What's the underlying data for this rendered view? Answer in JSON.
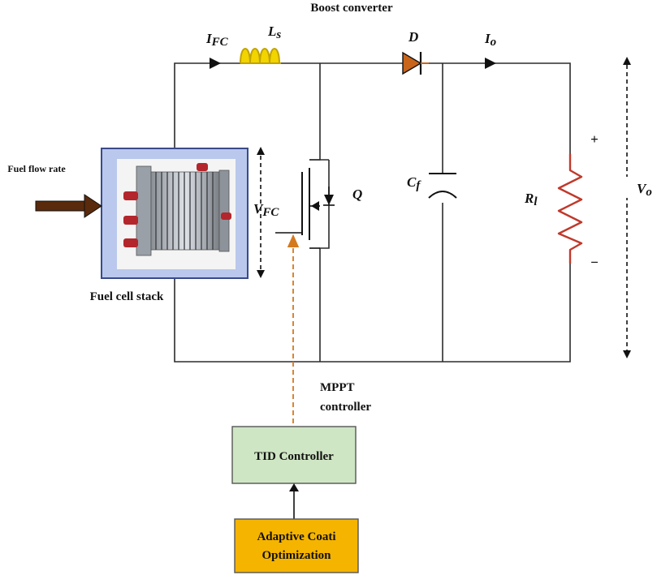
{
  "title": "Boost converter",
  "labels": {
    "fuel_flow_rate": "Fuel flow rate",
    "fuel_cell_stack": "Fuel cell stack",
    "mppt_line1": "MPPT",
    "mppt_line2": "controller",
    "plus": "+",
    "minus": "−"
  },
  "symbols": {
    "ifc_main": "I",
    "ifc_sub": "FC",
    "ls_main": "L",
    "ls_sub": "s",
    "d": "D",
    "io_main": "I",
    "io_sub": "o",
    "vfc_main": "V",
    "vfc_sub": "FC",
    "q": "Q",
    "cf_main": "C",
    "cf_sub": "f",
    "rl_main": "R",
    "rl_sub": "l",
    "vo_main": "V",
    "vo_sub": "o"
  },
  "blocks": {
    "tid_controller": "TID Controller",
    "aco_line1": "Adaptive Coati",
    "aco_line2": "Optimization"
  },
  "colors": {
    "inductor": "#f2d400",
    "diode_accent": "#c8651a",
    "resistor": "#c0392b",
    "stack_frame": "#b9c8ec",
    "stack_border": "#3a4a8a",
    "tid_fill": "#cfe6c4",
    "aco_fill": "#f5b400",
    "arrow_body": "#5a2a0c",
    "control_dash": "#d4791e"
  }
}
